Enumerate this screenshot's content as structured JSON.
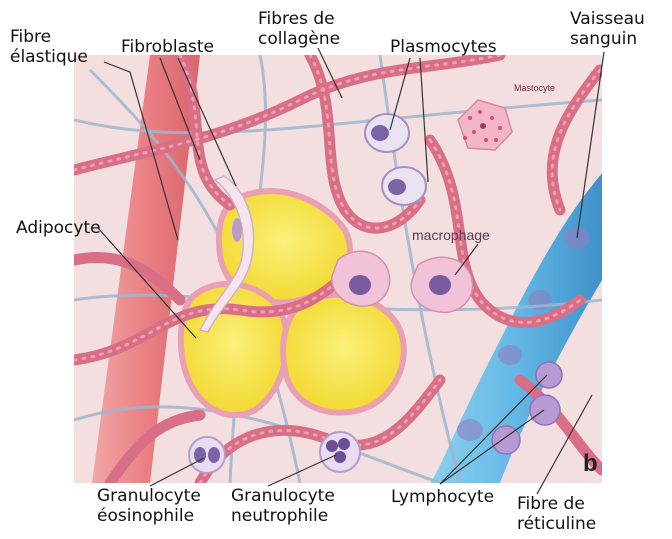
{
  "figure": {
    "panel_letter": "b",
    "inner_labels": {
      "mastocyte": "Mastocyte",
      "macrophage": "macrophage"
    },
    "labels": {
      "fibre_elastique": "Fibre\nélastique",
      "fibroblaste": "Fibroblaste",
      "fibres_collagene": "Fibres de\ncollagène",
      "plasmocytes": "Plasmocytes",
      "vaisseau_sanguin": "Vaisseau\nsanguin",
      "adipocyte": "Adipocyte",
      "granulocyte_eosinophile": "Granulocyte\néosinophile",
      "granulocyte_neutrophile": "Granulocyte\nneutrophile",
      "lymphocyte": "Lymphocyte",
      "fibre_reticuline": "Fibre de\nréticuline"
    },
    "colors": {
      "background": "#f3dfe0",
      "collagen": "#d96f86",
      "collagen_light": "#ef9fb0",
      "elastic_fibre": "#9fb6cf",
      "adipocyte": "#f2e23a",
      "adipocyte_edge": "#d8b722",
      "vessel": "#63b8e6",
      "vessel_dark": "#3d8fc7",
      "red_vessel": "#ea7a7e",
      "cell": "#e8d8ef",
      "nucleus": "#8a6fb1",
      "leader_line": "#333333"
    }
  }
}
